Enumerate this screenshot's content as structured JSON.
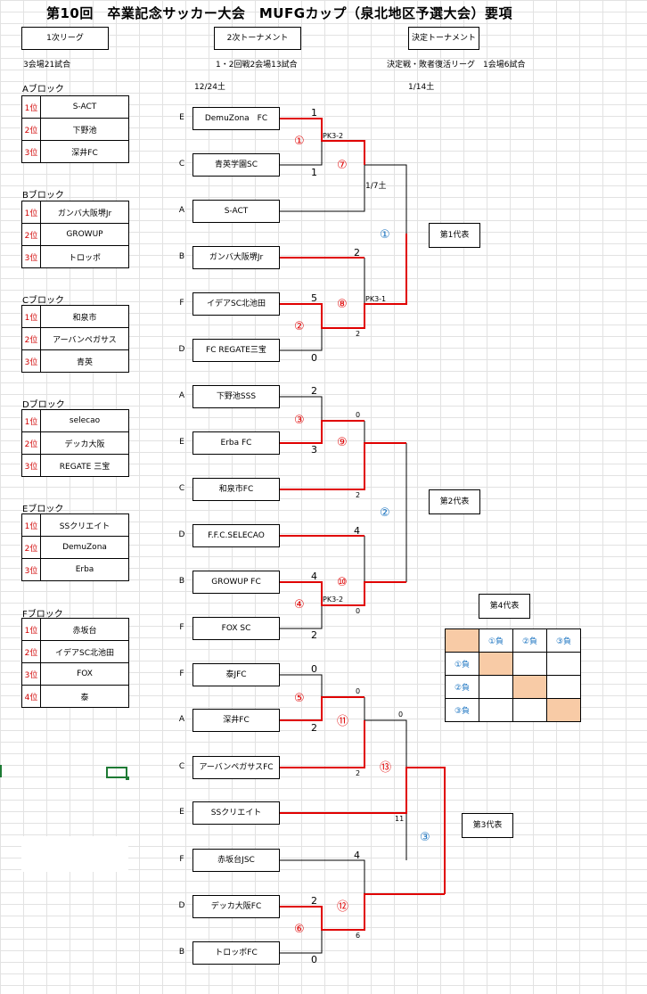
{
  "title": "第10回　卒業記念サッカー大会　MUFGカップ（泉北地区予選大会）要項",
  "headers": {
    "stage1": "1次リーグ",
    "stage2": "2次トーナメント",
    "stage3": "決定トーナメント",
    "note1": "3会場21試合",
    "note2": "1・2回戦2会場13試合",
    "note3": "決定戦・敗者復活リーグ　1会場6試合",
    "date1": "12/24土",
    "date2": "1/14土"
  },
  "blocks": [
    {
      "label": "Aブロック",
      "rows": [
        [
          "1位",
          "S-ACT"
        ],
        [
          "2位",
          "下野池"
        ],
        [
          "3位",
          "深井FC"
        ]
      ]
    },
    {
      "label": "Bブロック",
      "rows": [
        [
          "1位",
          "ガンバ大阪堺Jr"
        ],
        [
          "2位",
          "GROWUP"
        ],
        [
          "3位",
          "トロッポ"
        ]
      ]
    },
    {
      "label": "Cブロック",
      "rows": [
        [
          "1位",
          "和泉市"
        ],
        [
          "2位",
          "アーバンペガサス"
        ],
        [
          "3位",
          "青英"
        ]
      ]
    },
    {
      "label": "Dブロック",
      "rows": [
        [
          "1位",
          "selecao"
        ],
        [
          "2位",
          "デッカ大阪"
        ],
        [
          "3位",
          "REGATE 三宝"
        ]
      ]
    },
    {
      "label": "Eブロック",
      "rows": [
        [
          "1位",
          "SSクリエイト"
        ],
        [
          "2位",
          "DemuZona"
        ],
        [
          "3位",
          "Erba"
        ]
      ]
    },
    {
      "label": "Fブロック",
      "rows": [
        [
          "1位",
          "赤坂台"
        ],
        [
          "2位",
          "イデアSC北池田"
        ],
        [
          "3位",
          "FOX"
        ],
        [
          "4位",
          "泰"
        ]
      ]
    }
  ],
  "teams": [
    {
      "seed": "E",
      "name": "DemuZona　FC"
    },
    {
      "seed": "C",
      "name": "青英学園SC"
    },
    {
      "seed": "A",
      "name": "S-ACT"
    },
    {
      "seed": "B",
      "name": "ガンバ大阪堺Jr"
    },
    {
      "seed": "F",
      "name": "イデアSC北池田"
    },
    {
      "seed": "D",
      "name": "FC REGATE三宝"
    },
    {
      "seed": "A",
      "name": "下野池SSS"
    },
    {
      "seed": "E",
      "name": "Erba FC"
    },
    {
      "seed": "C",
      "name": "和泉市FC"
    },
    {
      "seed": "D",
      "name": "F.F.C.SELECAO"
    },
    {
      "seed": "B",
      "name": "GROWUP FC"
    },
    {
      "seed": "F",
      "name": "FOX SC"
    },
    {
      "seed": "F",
      "name": "泰JFC"
    },
    {
      "seed": "A",
      "name": "深井FC"
    },
    {
      "seed": "C",
      "name": "アーバンペガサスFC"
    },
    {
      "seed": "E",
      "name": "SSクリエイト"
    },
    {
      "seed": "F",
      "name": "赤坂台JSC"
    },
    {
      "seed": "D",
      "name": "デッカ大阪FC"
    },
    {
      "seed": "B",
      "name": "トロッポFC"
    }
  ],
  "scores": [
    "1",
    "1",
    "2",
    "5",
    "0",
    "2",
    "3",
    "4",
    "2",
    "0",
    "2",
    "4",
    "2",
    "0",
    "2",
    "2",
    "2",
    "0",
    "11",
    "0",
    "6"
  ],
  "pk": [
    "PK3-2",
    "PK3-1",
    "PK3-2"
  ],
  "mid_date": "1/7土",
  "match_numbers": [
    "①",
    "②",
    "③",
    "④",
    "⑤",
    "⑥",
    "⑦",
    "⑧",
    "⑨",
    "⑩",
    "⑪",
    "⑫",
    "⑬"
  ],
  "final_numbers": [
    "①",
    "②",
    "③"
  ],
  "reps": [
    "第1代表",
    "第2代表",
    "第3代表",
    "第4代表"
  ],
  "league": {
    "cols": [
      "①負",
      "②負",
      "③負"
    ],
    "rows": [
      "①負",
      "②負",
      "③負"
    ]
  },
  "colors": {
    "winner_line": "#e00000",
    "rank_text": "#d00000",
    "final_circle": "#1a73c0",
    "diag_fill": "#f8cba6"
  }
}
